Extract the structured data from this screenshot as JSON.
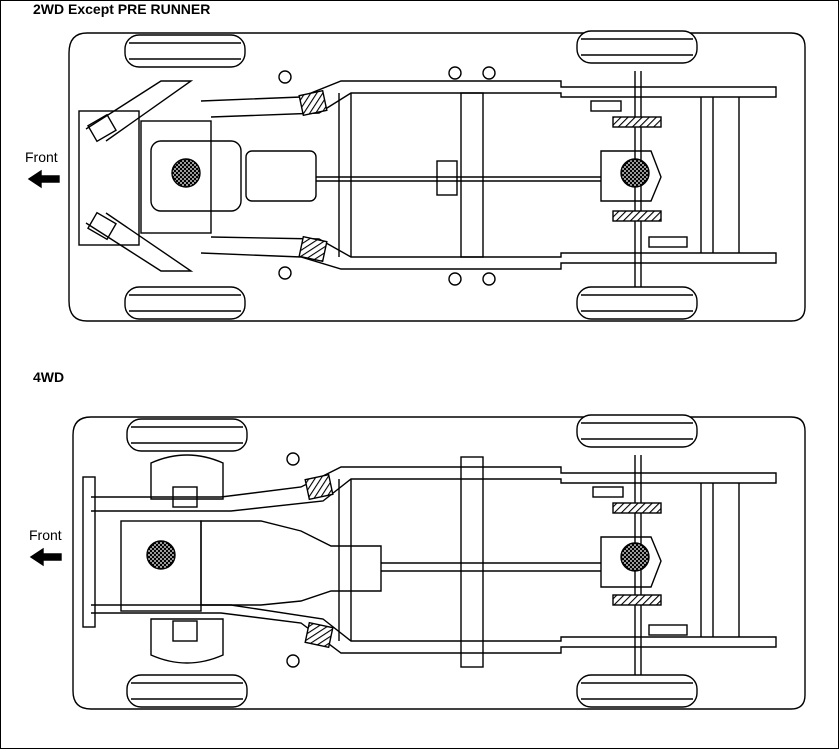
{
  "diagrams": [
    {
      "title": "2WD Except PRE RUNNER",
      "front_label": "Front"
    },
    {
      "title": "4WD",
      "front_label": "Front"
    }
  ]
}
